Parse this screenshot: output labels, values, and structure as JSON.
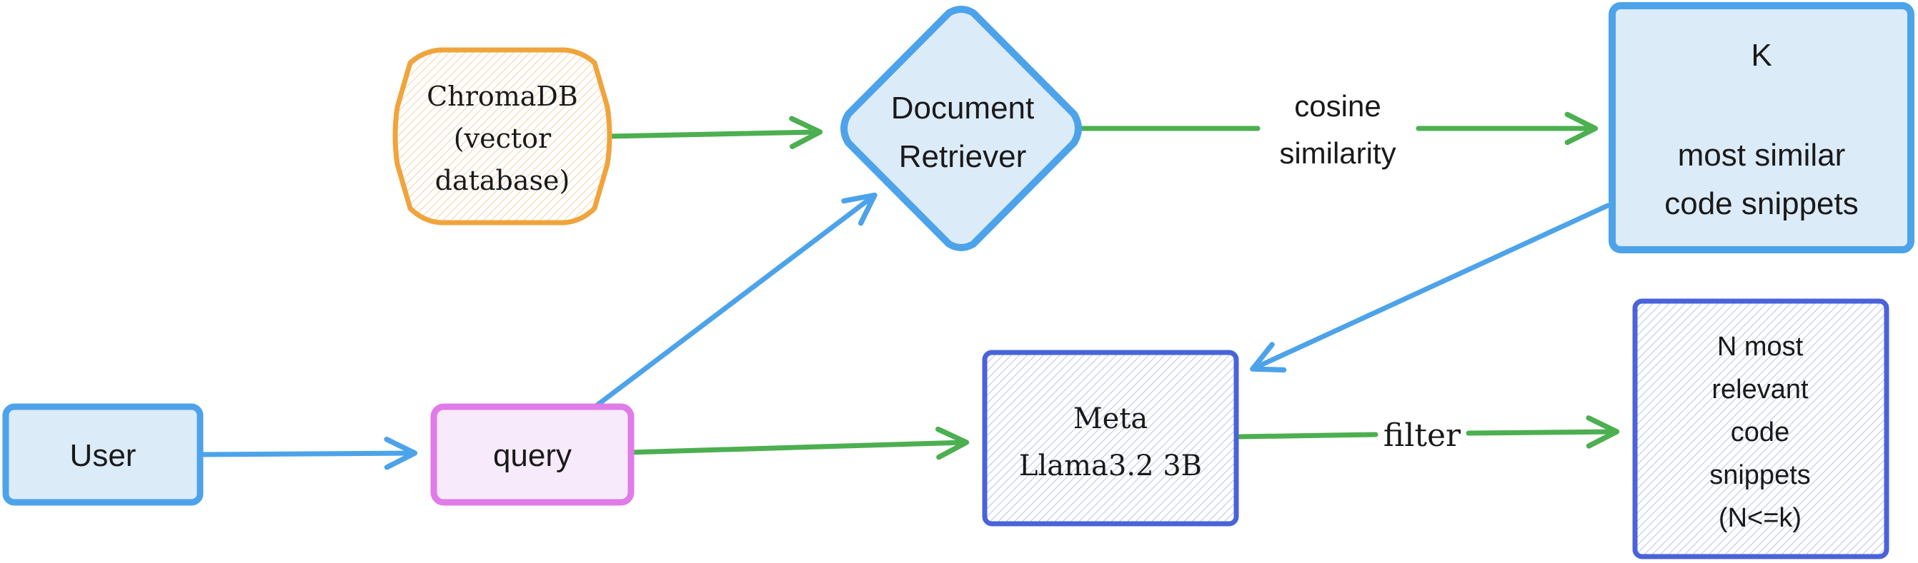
{
  "nodes": {
    "user": {
      "label": "User"
    },
    "query": {
      "label": "query"
    },
    "chromadb": {
      "lines": [
        "ChromaDB",
        "(vector",
        "database)"
      ]
    },
    "retriever": {
      "lines": [
        "Document",
        "Retriever"
      ]
    },
    "top_k": {
      "lines": [
        "K",
        "",
        "most similar",
        "code snippets"
      ]
    },
    "llama": {
      "lines": [
        "Meta",
        "Llama3.2 3B"
      ]
    },
    "top_n": {
      "lines": [
        "N most",
        "relevant",
        "code",
        "snippets",
        "(N<=k)"
      ]
    }
  },
  "edges": {
    "cosine": {
      "lines": [
        "cosine",
        "similarity"
      ]
    },
    "filter": {
      "label": "filter"
    }
  },
  "colors": {
    "blue_stroke": "#4da3ea",
    "blue_fill": "#dcebf8",
    "pink_stroke": "#e07be8",
    "pink_fill": "#f6eafb",
    "orange_stroke": "#f0a43c",
    "indigo_stroke": "#4a63d8",
    "green_arrow": "#4caf50",
    "blue_arrow": "#4da3ea"
  }
}
